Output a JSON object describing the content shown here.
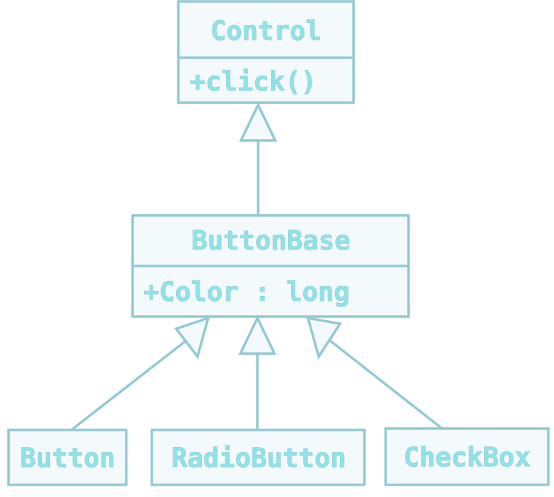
{
  "diagram": {
    "type": "uml-class-diagram",
    "colors": {
      "border": "#92c9d4",
      "box_fill": "#f4f9fb",
      "text": "#8fe3e8"
    },
    "classes": {
      "control": {
        "name": "Control",
        "members": [
          "+click()"
        ]
      },
      "button_base": {
        "name": "ButtonBase",
        "members": [
          "+Color : long"
        ]
      },
      "button": {
        "name": "Button"
      },
      "radio_button": {
        "name": "RadioButton"
      },
      "check_box": {
        "name": "CheckBox"
      }
    },
    "relationships": [
      {
        "from": "ButtonBase",
        "to": "Control",
        "kind": "generalization"
      },
      {
        "from": "Button",
        "to": "ButtonBase",
        "kind": "generalization"
      },
      {
        "from": "RadioButton",
        "to": "ButtonBase",
        "kind": "generalization"
      },
      {
        "from": "CheckBox",
        "to": "ButtonBase",
        "kind": "generalization"
      }
    ]
  }
}
